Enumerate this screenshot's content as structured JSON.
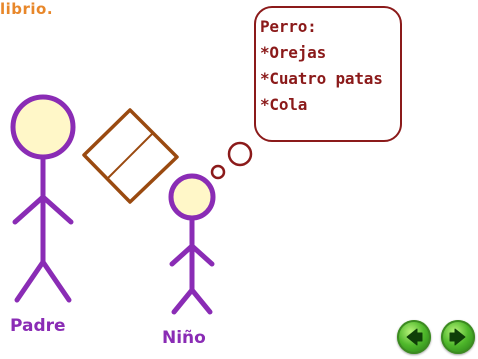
{
  "caption": "librio.",
  "thought_bubble": {
    "lines": [
      "Perro:",
      "*Orejas",
      "*Cuatro patas",
      "*Cola"
    ]
  },
  "figures": {
    "parent_label": "Padre",
    "child_label": "Niño"
  },
  "navigation": {
    "back_icon": "arrow-left-icon",
    "forward_icon": "arrow-right-icon"
  },
  "colors": {
    "caption": "#e8872a",
    "stick_figure": "#8a2cb5",
    "head_fill": "#fff7c8",
    "bubble_border": "#8b1a1a",
    "book": "#9a4a10",
    "nav_green": "#4fb82b"
  }
}
